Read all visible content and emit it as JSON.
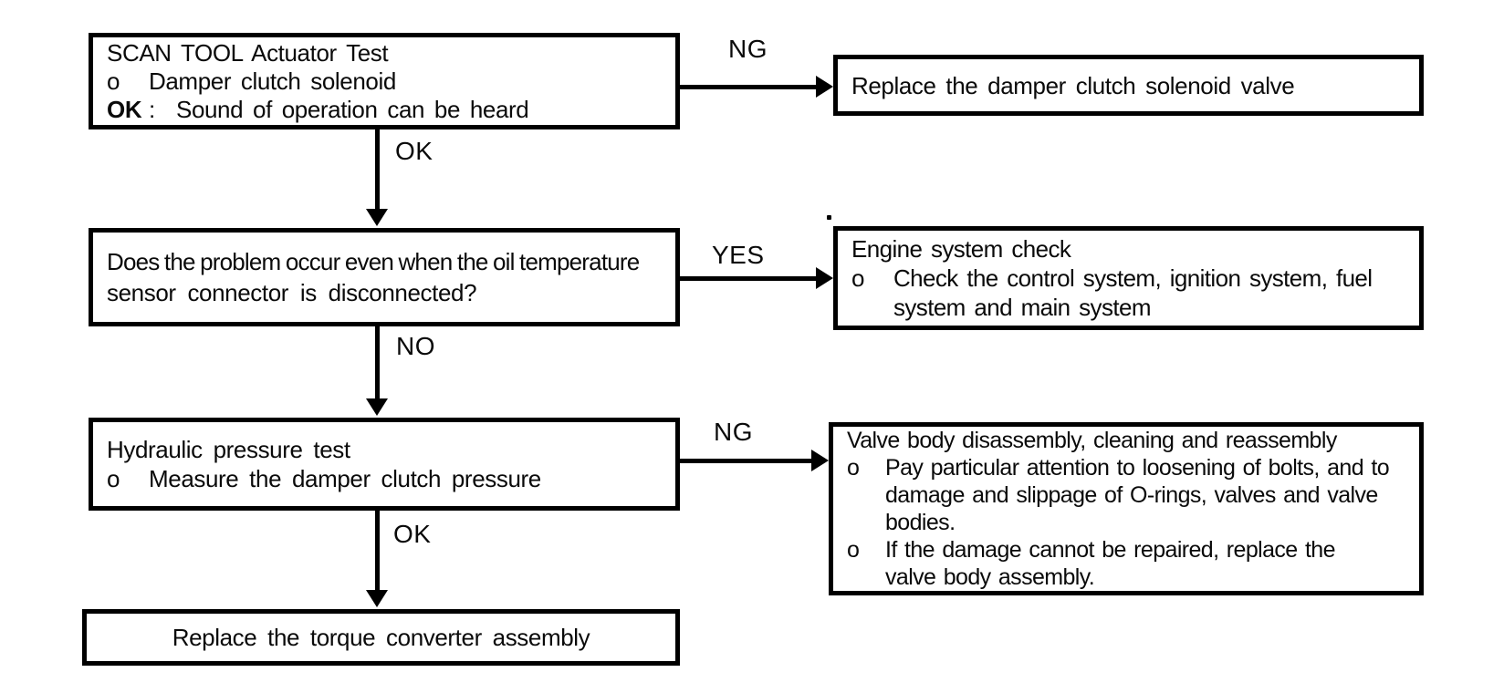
{
  "diagram_type": "troubleshooting-flowchart",
  "colors": {
    "ink": "#000000",
    "background": "#ffffff"
  },
  "boxes": {
    "scan_tool": {
      "title": "SCAN TOOL Actuator Test",
      "bullet": "o",
      "bullet_text": "Damper clutch solenoid",
      "ok_label": "OK",
      "ok_colon": ":",
      "ok_text": "Sound of operation can be heard"
    },
    "replace_solenoid": {
      "text": "Replace the damper clutch solenoid valve"
    },
    "oil_temp_question": {
      "line1": "Does the problem occur even when the oil temperature",
      "line2": "sensor connector is disconnected?"
    },
    "engine_check": {
      "title": "Engine system check",
      "bullet": "o",
      "line1": "Check the control system, ignition system, fuel",
      "line2": "system and main system"
    },
    "hydraulic_test": {
      "title": "Hydraulic pressure test",
      "bullet": "o",
      "bullet_text": "Measure the damper clutch pressure"
    },
    "valve_body": {
      "title": "Valve body disassembly, cleaning and reassembly",
      "bullet1": "o",
      "bullet1_line1": "Pay particular attention to loosening of bolts, and to",
      "bullet1_line2": "damage and slippage of O-rings, valves and valve",
      "bullet1_line3": "bodies.",
      "bullet2": "o",
      "bullet2_line1": "If the damage cannot be repaired, replace the",
      "bullet2_line2": "valve body assembly."
    },
    "replace_torque": {
      "text": "Replace the torque converter assembly"
    }
  },
  "connectors": [
    {
      "from": "scan_tool",
      "to": "replace_solenoid",
      "label": "NG",
      "direction": "right"
    },
    {
      "from": "scan_tool",
      "to": "oil_temp_question",
      "label": "OK",
      "direction": "down"
    },
    {
      "from": "oil_temp_question",
      "to": "engine_check",
      "label": "YES",
      "direction": "right"
    },
    {
      "from": "oil_temp_question",
      "to": "hydraulic_test",
      "label": "NO",
      "direction": "down"
    },
    {
      "from": "hydraulic_test",
      "to": "valve_body",
      "label": "NG",
      "direction": "right"
    },
    {
      "from": "hydraulic_test",
      "to": "replace_torque",
      "label": "OK",
      "direction": "down"
    }
  ]
}
